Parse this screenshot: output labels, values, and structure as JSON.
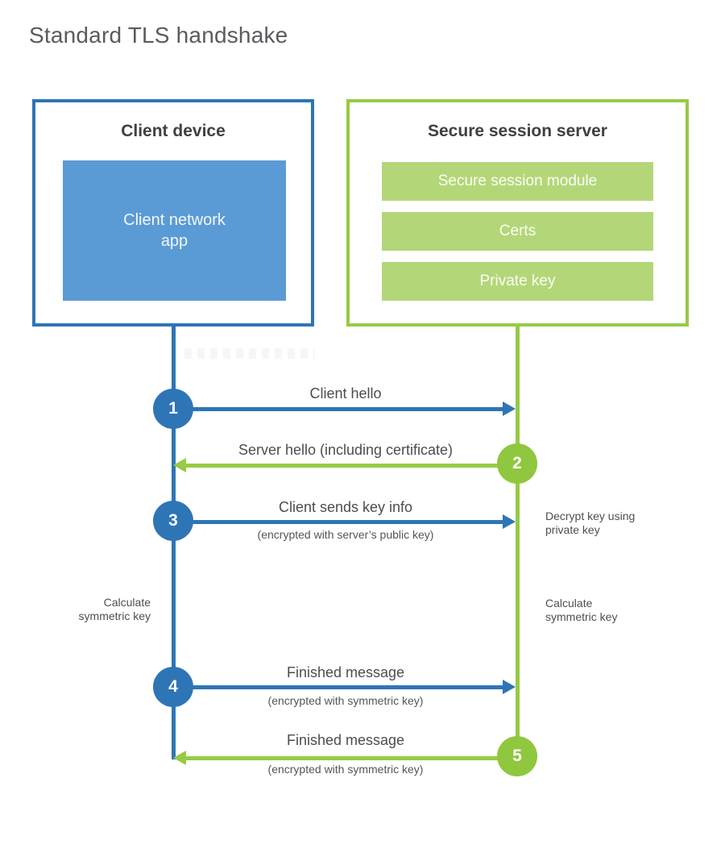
{
  "title": "Standard TLS handshake",
  "colors": {
    "blue": "#2e75b6",
    "blue_fill": "#5b9bd5",
    "green_line": "#97ca45",
    "green_circle": "#8fc73e",
    "green_fill": "#b3d778",
    "heading_text": "#3f4042",
    "label_text": "#4c4d4f",
    "title_text": "#595b5f"
  },
  "client": {
    "title": "Client device",
    "app_label": "Client network app"
  },
  "server": {
    "title": "Secure session server",
    "modules": [
      "Secure session module",
      "Certs",
      "Private key"
    ]
  },
  "steps": [
    {
      "num": "1",
      "from": "client",
      "to": "server",
      "label": "Client hello",
      "sublabel": ""
    },
    {
      "num": "2",
      "from": "server",
      "to": "client",
      "label": "Server hello (including certificate)",
      "sublabel": ""
    },
    {
      "num": "3",
      "from": "client",
      "to": "server",
      "label": "Client sends key info",
      "sublabel": "(encrypted with server’s public key)"
    },
    {
      "num": "4",
      "from": "client",
      "to": "server",
      "label": "Finished message",
      "sublabel": "(encrypted with symmetric key)"
    },
    {
      "num": "5",
      "from": "server",
      "to": "client",
      "label": "Finished message",
      "sublabel": "(encrypted with symmetric key)"
    }
  ],
  "notes": [
    {
      "side": "right",
      "text": "Decrypt key using\nprivate key"
    },
    {
      "side": "left",
      "text": "Calculate\nsymmetric key"
    },
    {
      "side": "right",
      "text": "Calculate\nsymmetric key"
    }
  ]
}
